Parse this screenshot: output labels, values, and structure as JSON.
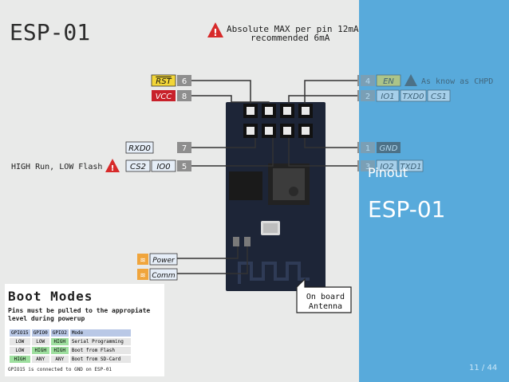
{
  "diagram": {
    "title": "ESP-01",
    "warning_line1": "Absolute MAX per pin 12mA",
    "warning_line2": "recommended 6mA",
    "left_pins": [
      {
        "label": "RST",
        "num": "6"
      },
      {
        "label": "VCC",
        "num": "8"
      },
      {
        "label": "RXD0",
        "num": "7"
      },
      {
        "label": "CS2",
        "label2": "IO0",
        "num": "5"
      }
    ],
    "right_pins": [
      {
        "num": "4",
        "label": "EN"
      },
      {
        "num": "2",
        "label": "IO1",
        "label2": "TXD0",
        "label3": "CS1"
      },
      {
        "num": "1",
        "label": "GND"
      },
      {
        "num": "3",
        "label": "IO2",
        "label2": "TXD1"
      }
    ],
    "ch_pd_note": "As know as CHPD",
    "high_low_note": "HIGH Run, LOW Flash",
    "led_power": "Power",
    "led_comm": "Comm",
    "antenna_line1": "On board",
    "antenna_line2": "Antenna"
  },
  "boot_modes": {
    "title": "Boot Modes",
    "subtitle": "Pins must be pulled to the appropiate level during powerup",
    "headers": [
      "GPIO15",
      "GPIO0",
      "GPIO2",
      "Mode"
    ],
    "rows": [
      [
        "LOW",
        "LOW",
        "HIGH",
        "Serial Programming"
      ],
      [
        "LOW",
        "HIGH",
        "HIGH",
        "Boot from Flash"
      ],
      [
        "HIGH",
        "ANY",
        "ANY",
        "Boot from SD-Card"
      ]
    ],
    "footnote": "GPIO15 is connected to GND on ESP-01"
  },
  "panel": {
    "subtitle": "Pinout",
    "title": "ESP-01",
    "page": "11 / 44"
  },
  "colors": {
    "panel_blue": "#4aa3d8",
    "board_navy": "#1d2537",
    "rst_yellow": "#f2d638",
    "vcc_red": "#c8202a",
    "warning_red": "#d72a2a",
    "led_orange": "#f0a53c"
  }
}
